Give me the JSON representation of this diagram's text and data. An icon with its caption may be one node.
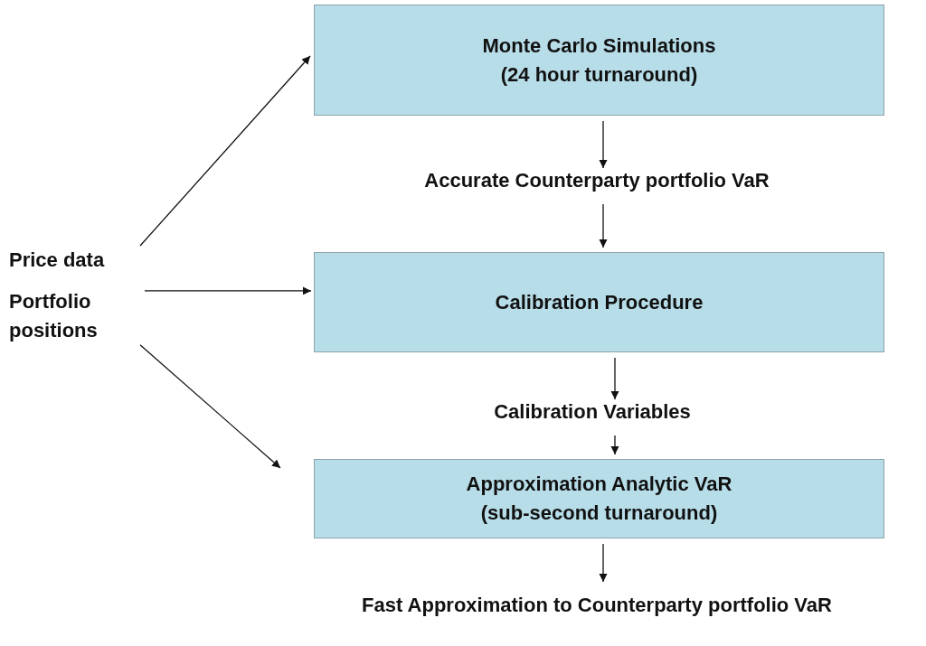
{
  "diagram": {
    "nodes": [
      {
        "text": [
          "Price data",
          "Portfolio positions"
        ]
      },
      {
        "text": [
          "Monte Carlo Simulations (24 hour turnaround)"
        ]
      },
      {
        "text": [
          "Accurate Counterparty portfolio VaR"
        ]
      },
      {
        "text": [
          "Calibration Procedure"
        ]
      },
      {
        "text": [
          "Calibration Variables"
        ]
      },
      {
        "text": [
          "Approximation Analytic VaR (sub-second turnaround)"
        ]
      },
      {
        "text": [
          "Fast Approximation to Counterparty portfolio VaR"
        ]
      }
    ],
    "edges": [
      {
        "from": 0,
        "to": 1,
        "arrow": "to"
      },
      {
        "from": 0,
        "to": 3,
        "arrow": "to"
      },
      {
        "from": 0,
        "to": 5,
        "arrow": "to"
      },
      {
        "from": 1,
        "to": 2,
        "arrow": "to"
      },
      {
        "from": 2,
        "to": 3,
        "arrow": "to"
      },
      {
        "from": 3,
        "to": 4,
        "arrow": "to"
      },
      {
        "from": 4,
        "to": 5,
        "arrow": "to"
      },
      {
        "from": 5,
        "to": 6,
        "arrow": "to"
      }
    ]
  }
}
